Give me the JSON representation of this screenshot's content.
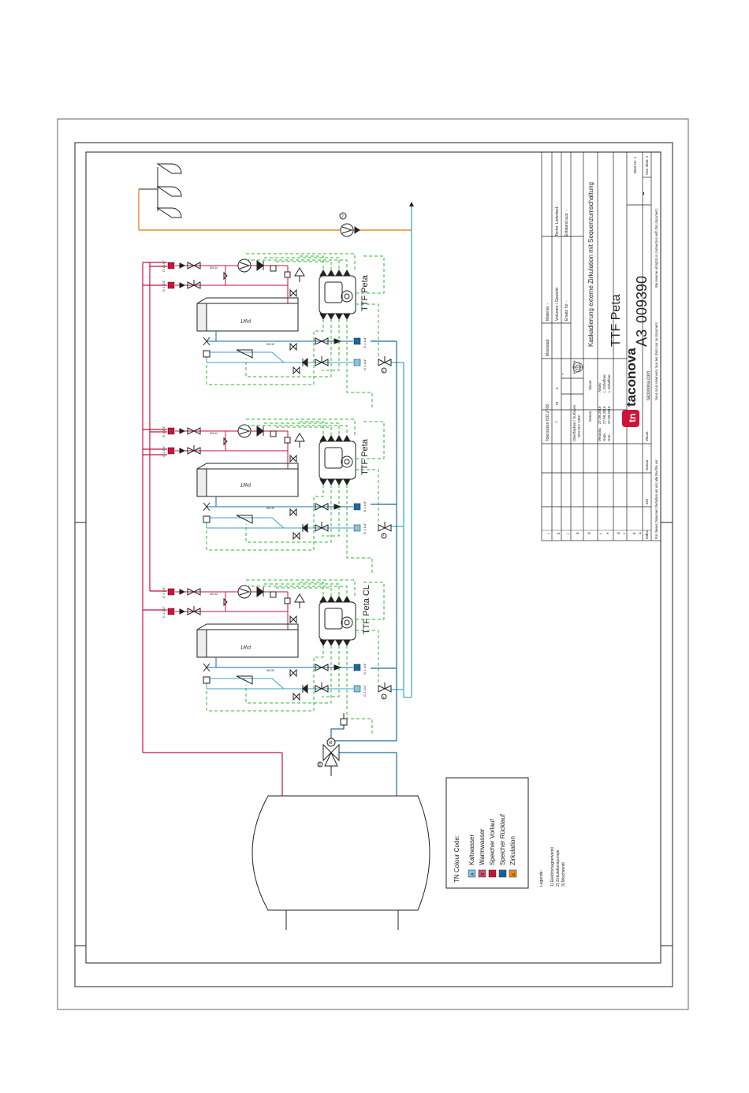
{
  "units": {
    "left": {
      "name": "TTF Peta",
      "pwt": "PWT"
    },
    "middle": {
      "name": "TTF Peta",
      "pwt": "PWT"
    },
    "right": {
      "name": "TTF Peta CL",
      "pwt": "PWT"
    }
  },
  "colour_legend": {
    "title": "TN Colour Code:",
    "items": [
      {
        "code": "A",
        "label": "Kaltwasser",
        "color": "#7ec8e3"
      },
      {
        "code": "B",
        "label": "Warmwasser",
        "color": "#d94a6a"
      },
      {
        "code": "C",
        "label": "Speicher Vorlauf",
        "color": "#d0123a"
      },
      {
        "code": "D",
        "label": "Speicher Rücklauf",
        "color": "#1a6aa0"
      },
      {
        "code": "E",
        "label": "Zirkulation",
        "color": "#f08a1c"
      }
    ]
  },
  "legende": {
    "title": "Legende:",
    "items": [
      "1) Elektromagnetventil",
      "2) Zirkulationspumpe",
      "3) Mischventil"
    ]
  },
  "pipe_labels": {
    "dn_small": "DN 32",
    "port_size": "G 1 1/4\""
  },
  "callouts": [
    "1",
    "2",
    "3"
  ],
  "title_block": {
    "toleranzen": "Toleranzen ISO 2768",
    "tol_cells": [
      "f",
      "m",
      "c"
    ],
    "massstab_label": "Massstab",
    "massstab_value": "-",
    "material": "Material: -",
    "volumen": "Volumen / Gewicht:",
    "ersatz": "Ersatz für: -",
    "techn_lieferbed": "Techn. Lieferbed.: -",
    "entstand": "Entstand aus: -",
    "oberflaechen": "Oberflächen / Surfaces",
    "din": "DIN ISO 1302",
    "col_datum": "Datum",
    "col_visum": "Visum",
    "rows": [
      {
        "role": "Verantw.",
        "date": "27.09.2016",
        "visum": "Amwo"
      },
      {
        "role": "Gepr.",
        "date": "27.09.2016",
        "visum": "L.Schaffner"
      },
      {
        "role": "Gen.",
        "date": "27.09.2016",
        "visum": "L.Schaffner"
      }
    ],
    "title": "Kaskadierung externe Zirkulation mit Sequenzumschaltung",
    "product": "TTF Peta",
    "format": "A3",
    "number": "009390",
    "dash": "-",
    "blatt": "Blatt-Nr.: 1",
    "anz_blatt": "Anz. Blatt: 1",
    "brand": "taconova",
    "website": "taconova.com",
    "index_letters": [
      "l",
      "k",
      "i",
      "h",
      "g",
      "f",
      "e",
      "d",
      "c",
      "b",
      "a"
    ],
    "index_label": "Index",
    "em_label": "EM",
    "datum_label": "Datum",
    "visum_label": "Visum",
    "copyright_de": "Für dieses Dokument behalten wir uns alle Rechte vor.",
    "copyright_fr": "Nous nous réservons tous les droits sur ce document.",
    "copyright_en": "We reserve all rights in connection with this document."
  }
}
